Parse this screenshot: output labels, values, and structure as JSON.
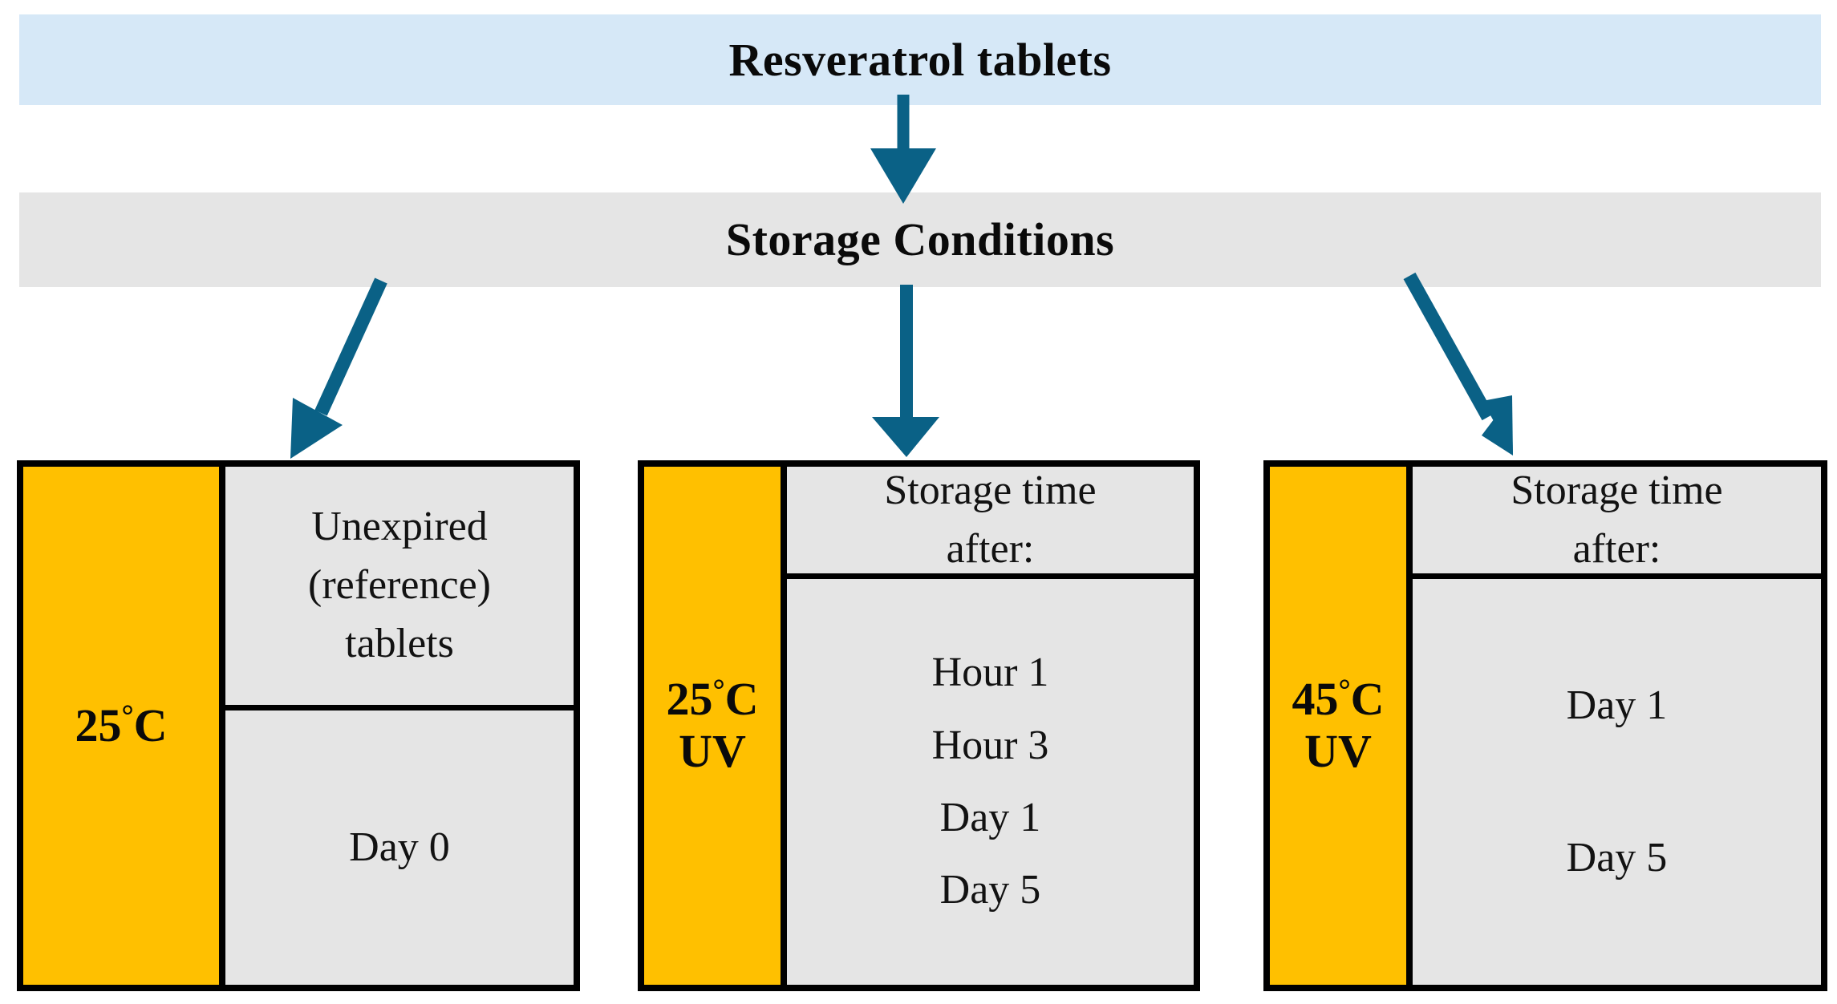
{
  "header": {
    "title": "Resveratrol tablets",
    "subtitle": "Storage Conditions"
  },
  "colors": {
    "title_band": "#d6e8f7",
    "subtitle_band": "#e5e5e5",
    "arrow": "#0a6186",
    "temperature_panel": "#ffc000",
    "detail_panel": "#e5e5e5",
    "border": "#000000",
    "text": "#0a0a0a"
  },
  "arrows": [
    {
      "name": "title-to-conditions",
      "direction": "down"
    },
    {
      "name": "conditions-to-box-0",
      "direction": "down-left"
    },
    {
      "name": "conditions-to-box-1",
      "direction": "down"
    },
    {
      "name": "conditions-to-box-2",
      "direction": "down-right"
    }
  ],
  "conditions": [
    {
      "temperature": "25",
      "degree": "°",
      "unit": "C",
      "uv": "",
      "head_lines": [
        "Unexpired",
        "(reference)",
        "tablets"
      ],
      "body_lines": [
        "Day 0"
      ]
    },
    {
      "temperature": "25",
      "degree": "°",
      "unit": "C",
      "uv": "UV",
      "head_lines": [
        "Storage time",
        "after:"
      ],
      "body_lines": [
        "Hour 1",
        "Hour 3",
        "Day 1",
        "Day 5"
      ]
    },
    {
      "temperature": "45",
      "degree": "°",
      "unit": "C",
      "uv": "UV",
      "head_lines": [
        "Storage time",
        "after:"
      ],
      "body_lines": [
        "Day 1",
        "Day 5"
      ]
    }
  ]
}
